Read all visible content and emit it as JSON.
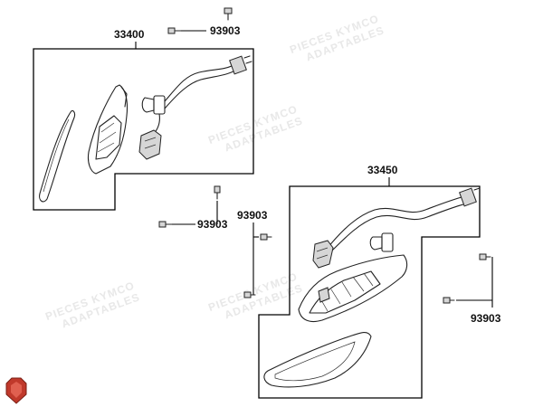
{
  "labels": {
    "main_left": "33400",
    "main_right": "33450",
    "screw_top": "93903",
    "screw_mid_left": "93903",
    "screw_mid_center": "93903",
    "screw_bottom_right": "93903"
  },
  "watermark": {
    "line1": "PIECES KYMCO",
    "line2": "ADAPTABLES"
  },
  "colors": {
    "line": "#000000",
    "badge_red": "#c0392b",
    "watermark": "#e8e8e8"
  }
}
